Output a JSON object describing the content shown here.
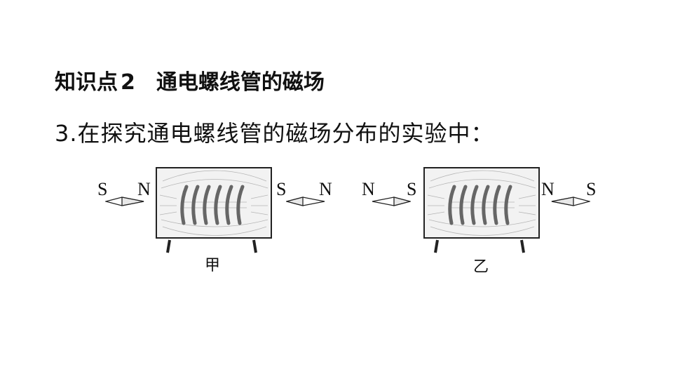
{
  "section": {
    "prefix": "知识点",
    "number": "2",
    "title": "通电螺线管的磁场"
  },
  "question": {
    "number": "3.",
    "text": "在探究通电螺线管的磁场分布的实验中："
  },
  "figures": [
    {
      "caption": "甲",
      "left_compass": {
        "left": "S",
        "right": "N"
      },
      "right_compass": {
        "left": "S",
        "right": "N"
      }
    },
    {
      "caption": "乙",
      "left_compass": {
        "left": "N",
        "right": "S"
      },
      "right_compass": {
        "left": "N",
        "right": "S"
      }
    }
  ]
}
